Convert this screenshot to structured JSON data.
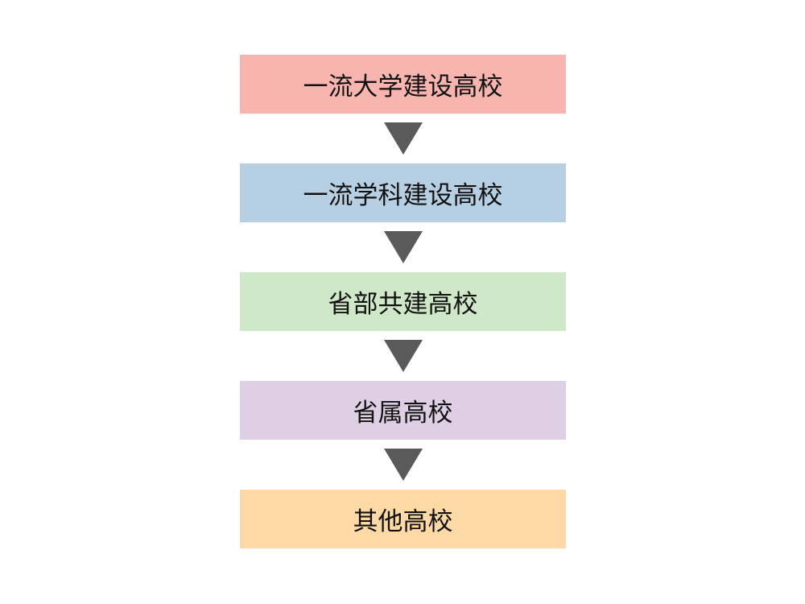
{
  "diagram": {
    "steps": [
      {
        "label": "一流大学建设高校",
        "color": "#f8b5b0"
      },
      {
        "label": "一流学科建设高校",
        "color": "#b6cfe3"
      },
      {
        "label": "省部共建高校",
        "color": "#cfe9c8"
      },
      {
        "label": "省属高校",
        "color": "#dfcfe5"
      },
      {
        "label": "其他高校",
        "color": "#fdd9a6"
      }
    ],
    "arrow_color": "#5a5a5a"
  }
}
